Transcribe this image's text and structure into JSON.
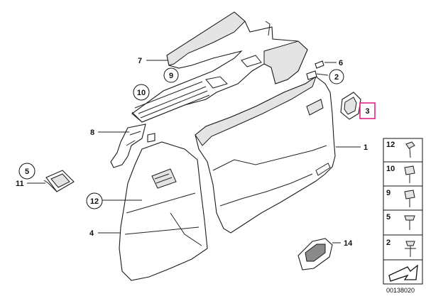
{
  "diagram": {
    "callouts": {
      "c1": "1",
      "c2": "2",
      "c3": "3",
      "c4": "4",
      "c5": "5",
      "c6": "6",
      "c7": "7",
      "c8": "8",
      "c9": "9",
      "c10": "10",
      "c11": "11",
      "c12": "12",
      "c14": "14"
    },
    "legend": {
      "items": [
        "12",
        "10",
        "9",
        "5",
        "2"
      ]
    },
    "diagram_id": "00138020",
    "colors": {
      "highlight": "#e0228a",
      "line": "#1a1a1a",
      "fill_shade": "#e4e4e4"
    }
  }
}
